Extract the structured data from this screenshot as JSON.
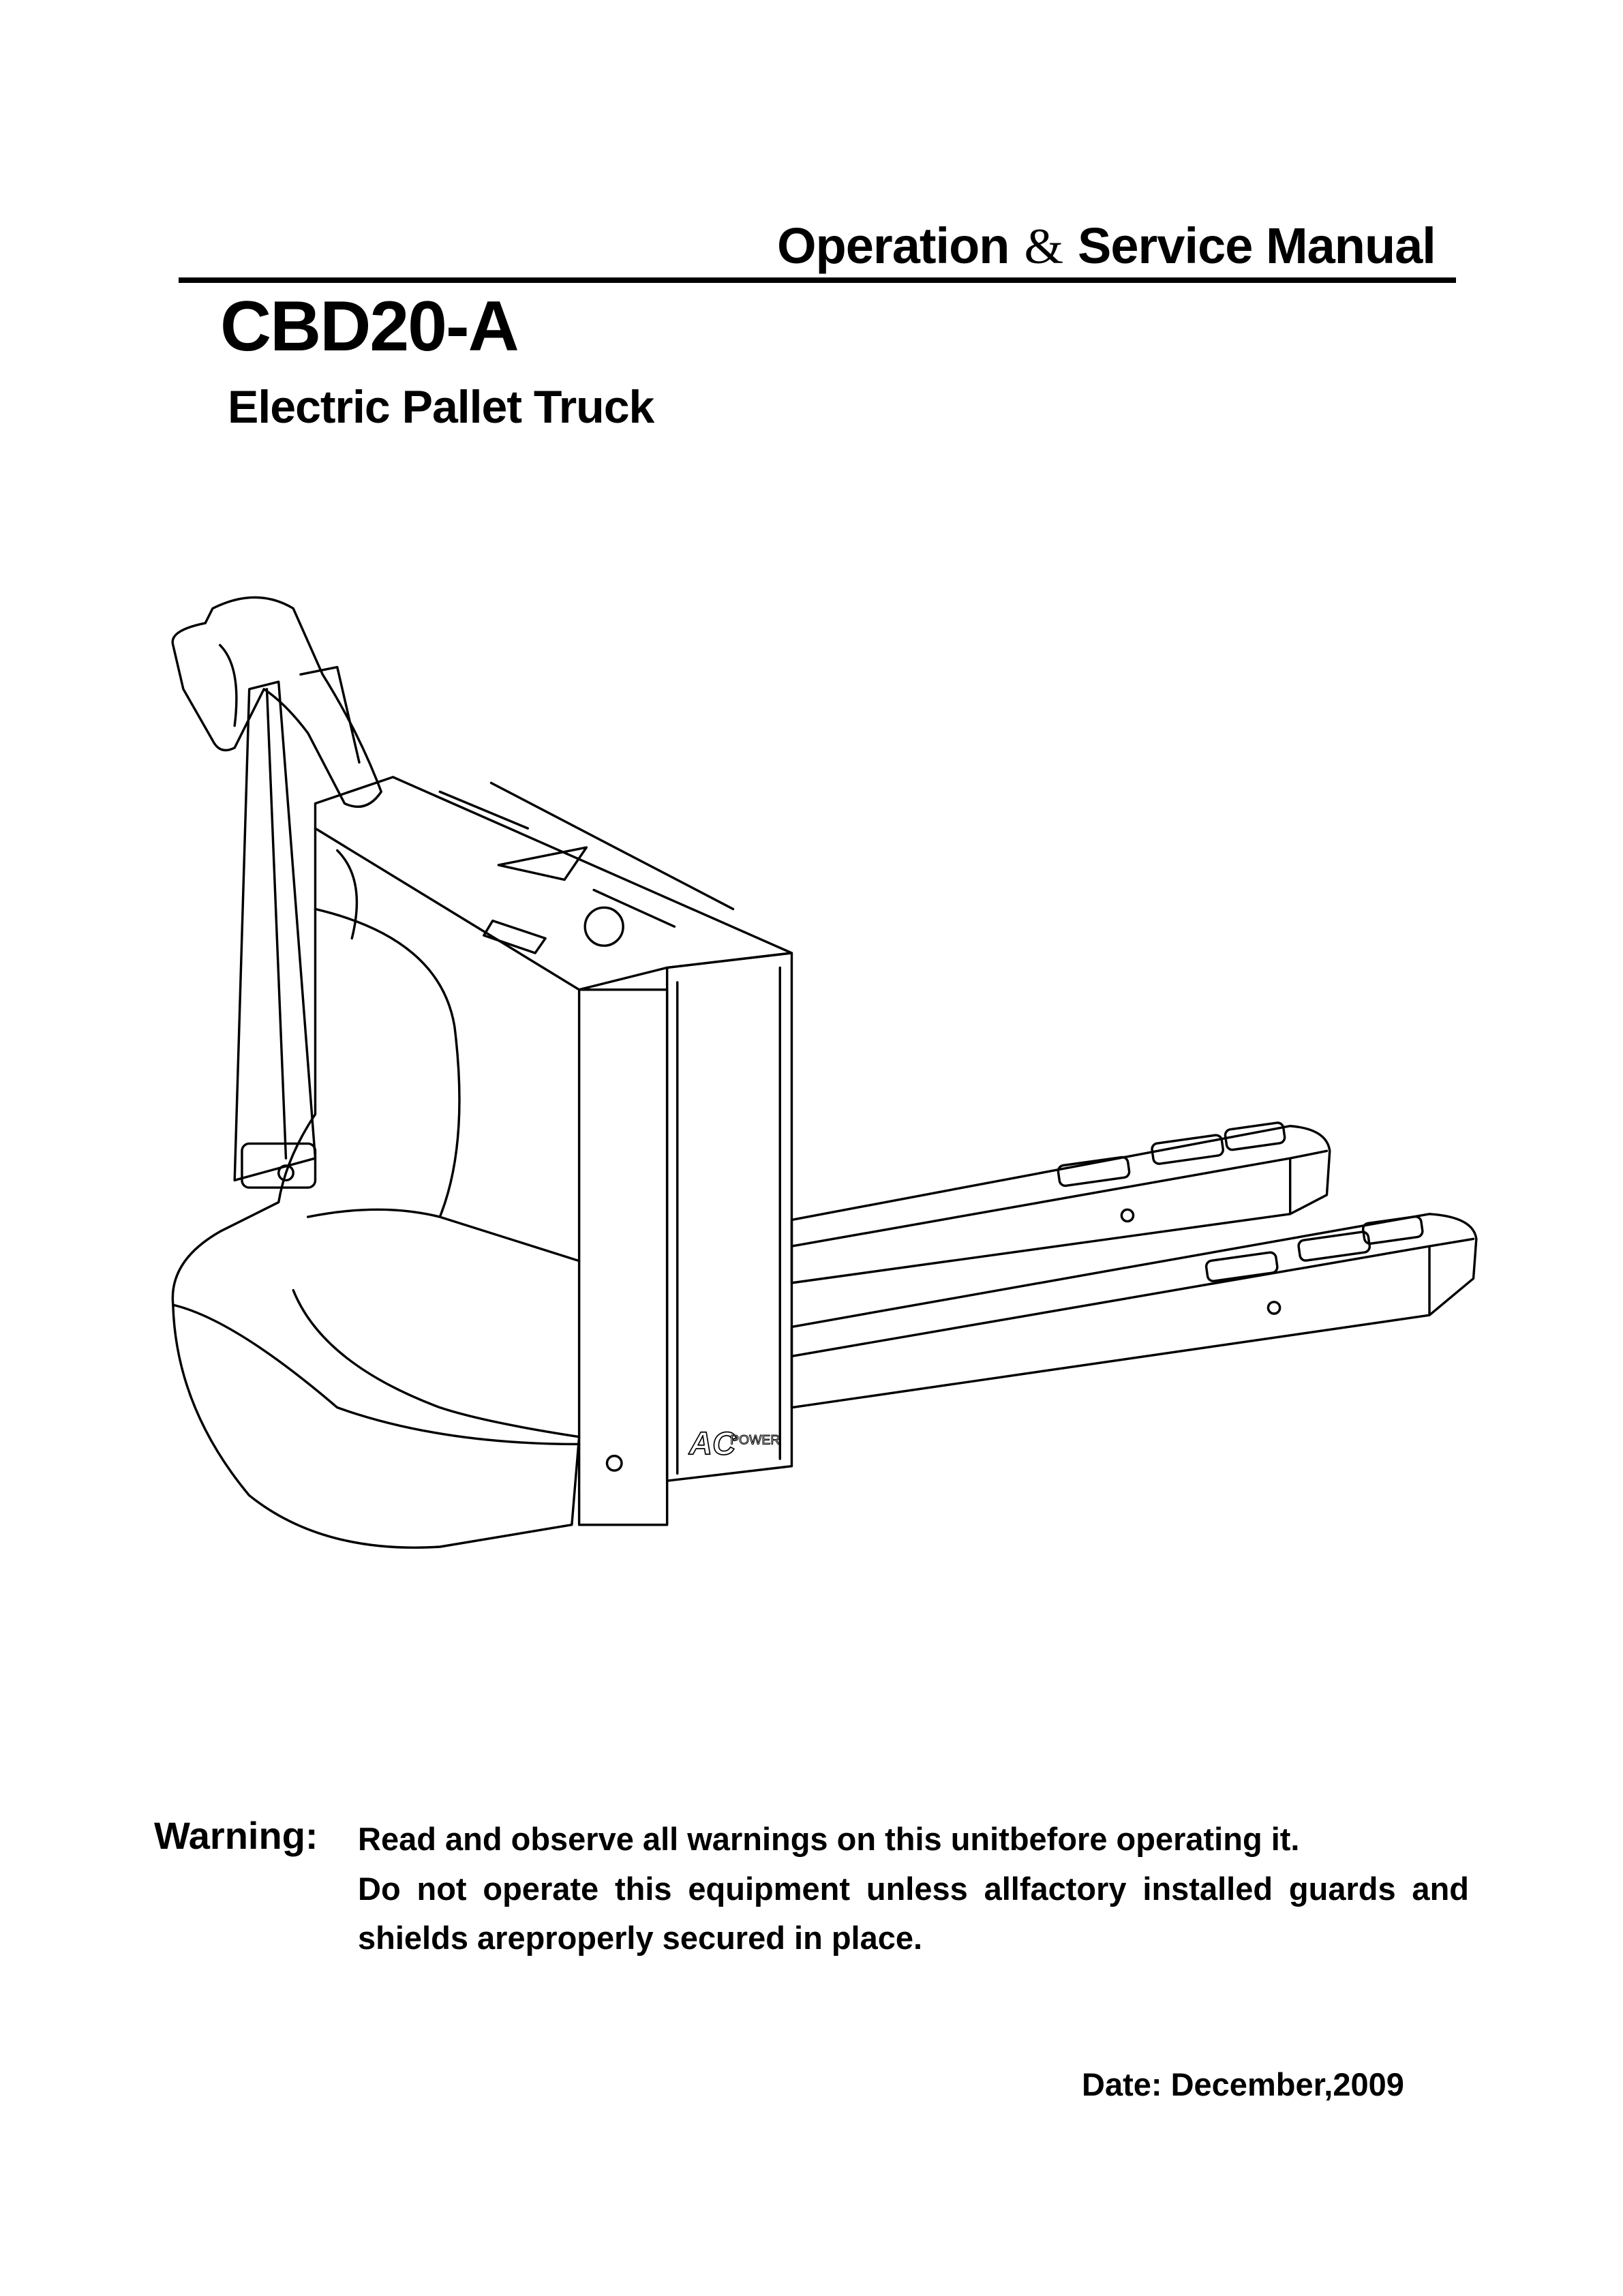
{
  "header": {
    "title_part1": "Operation",
    "title_amp": "&",
    "title_part2": "Service Manual"
  },
  "model": "CBD20-A",
  "product": "Electric Pallet Truck",
  "illustration": {
    "badge_text_large": "AC",
    "badge_text_small": "POWER"
  },
  "warning": {
    "label": "Warning:",
    "lines": [
      "Read and observe all warnings on this unitbefore operating it.",
      "Do not operate this equipment unless allfactory installed guards and",
      "shields areproperly secured in place."
    ]
  },
  "date": "Date: December,2009"
}
